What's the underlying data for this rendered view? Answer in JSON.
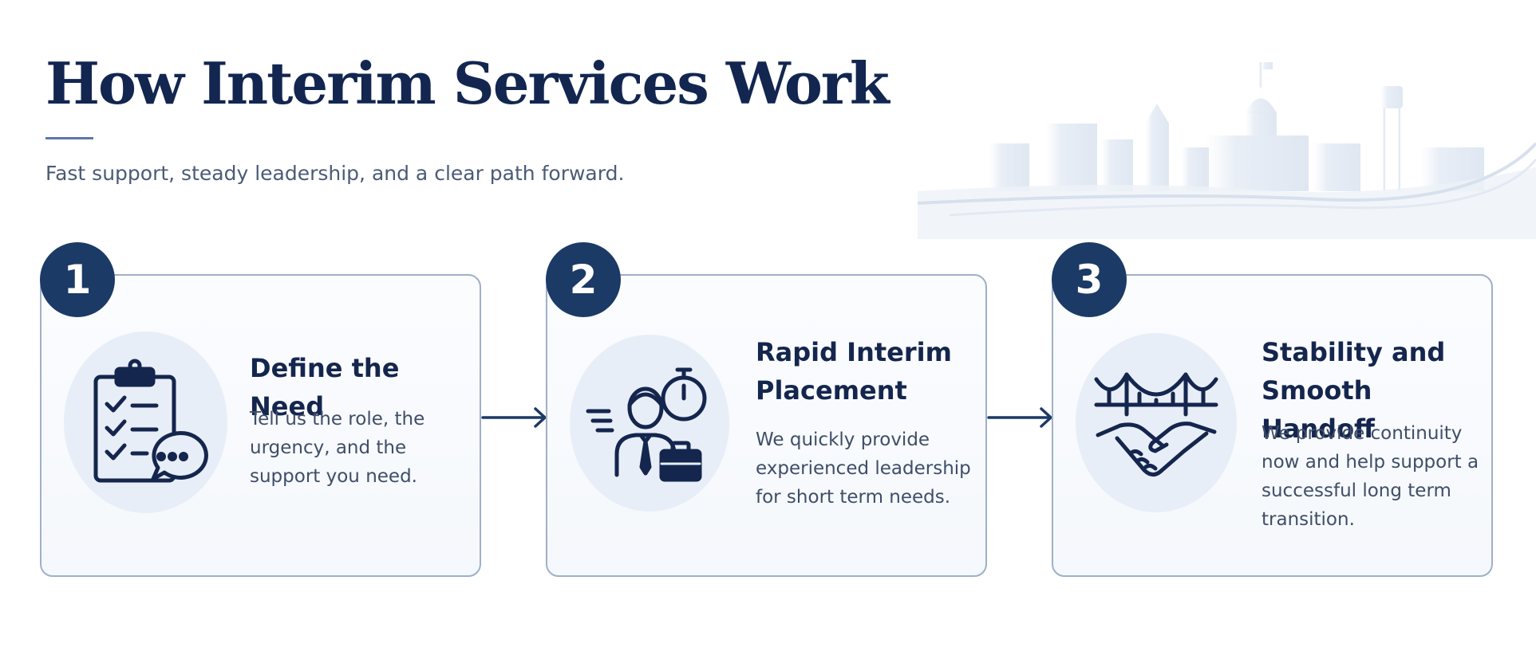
{
  "header": {
    "title": "How Interim Services Work",
    "subtitle": "Fast support, steady leadership, and a clear path forward."
  },
  "steps": [
    {
      "number": "1",
      "title": "Define the Need",
      "text": "Tell us the role, the urgency, and the support you need.",
      "icon": "clipboard-checklist-icon"
    },
    {
      "number": "2",
      "title": "Rapid Interim Placement",
      "text": "We quickly provide experienced leadership for short term needs.",
      "icon": "leader-with-stopwatch-icon"
    },
    {
      "number": "3",
      "title": "Stability and Smooth Handoff",
      "text": "We provide continuity now and help support a successful long term transition.",
      "icon": "bridge-handshake-icon"
    }
  ],
  "colors": {
    "navy": "#1c3a66",
    "text": "#14264e",
    "border": "#9eb0c9",
    "icon_bg": "#e8eef7"
  }
}
